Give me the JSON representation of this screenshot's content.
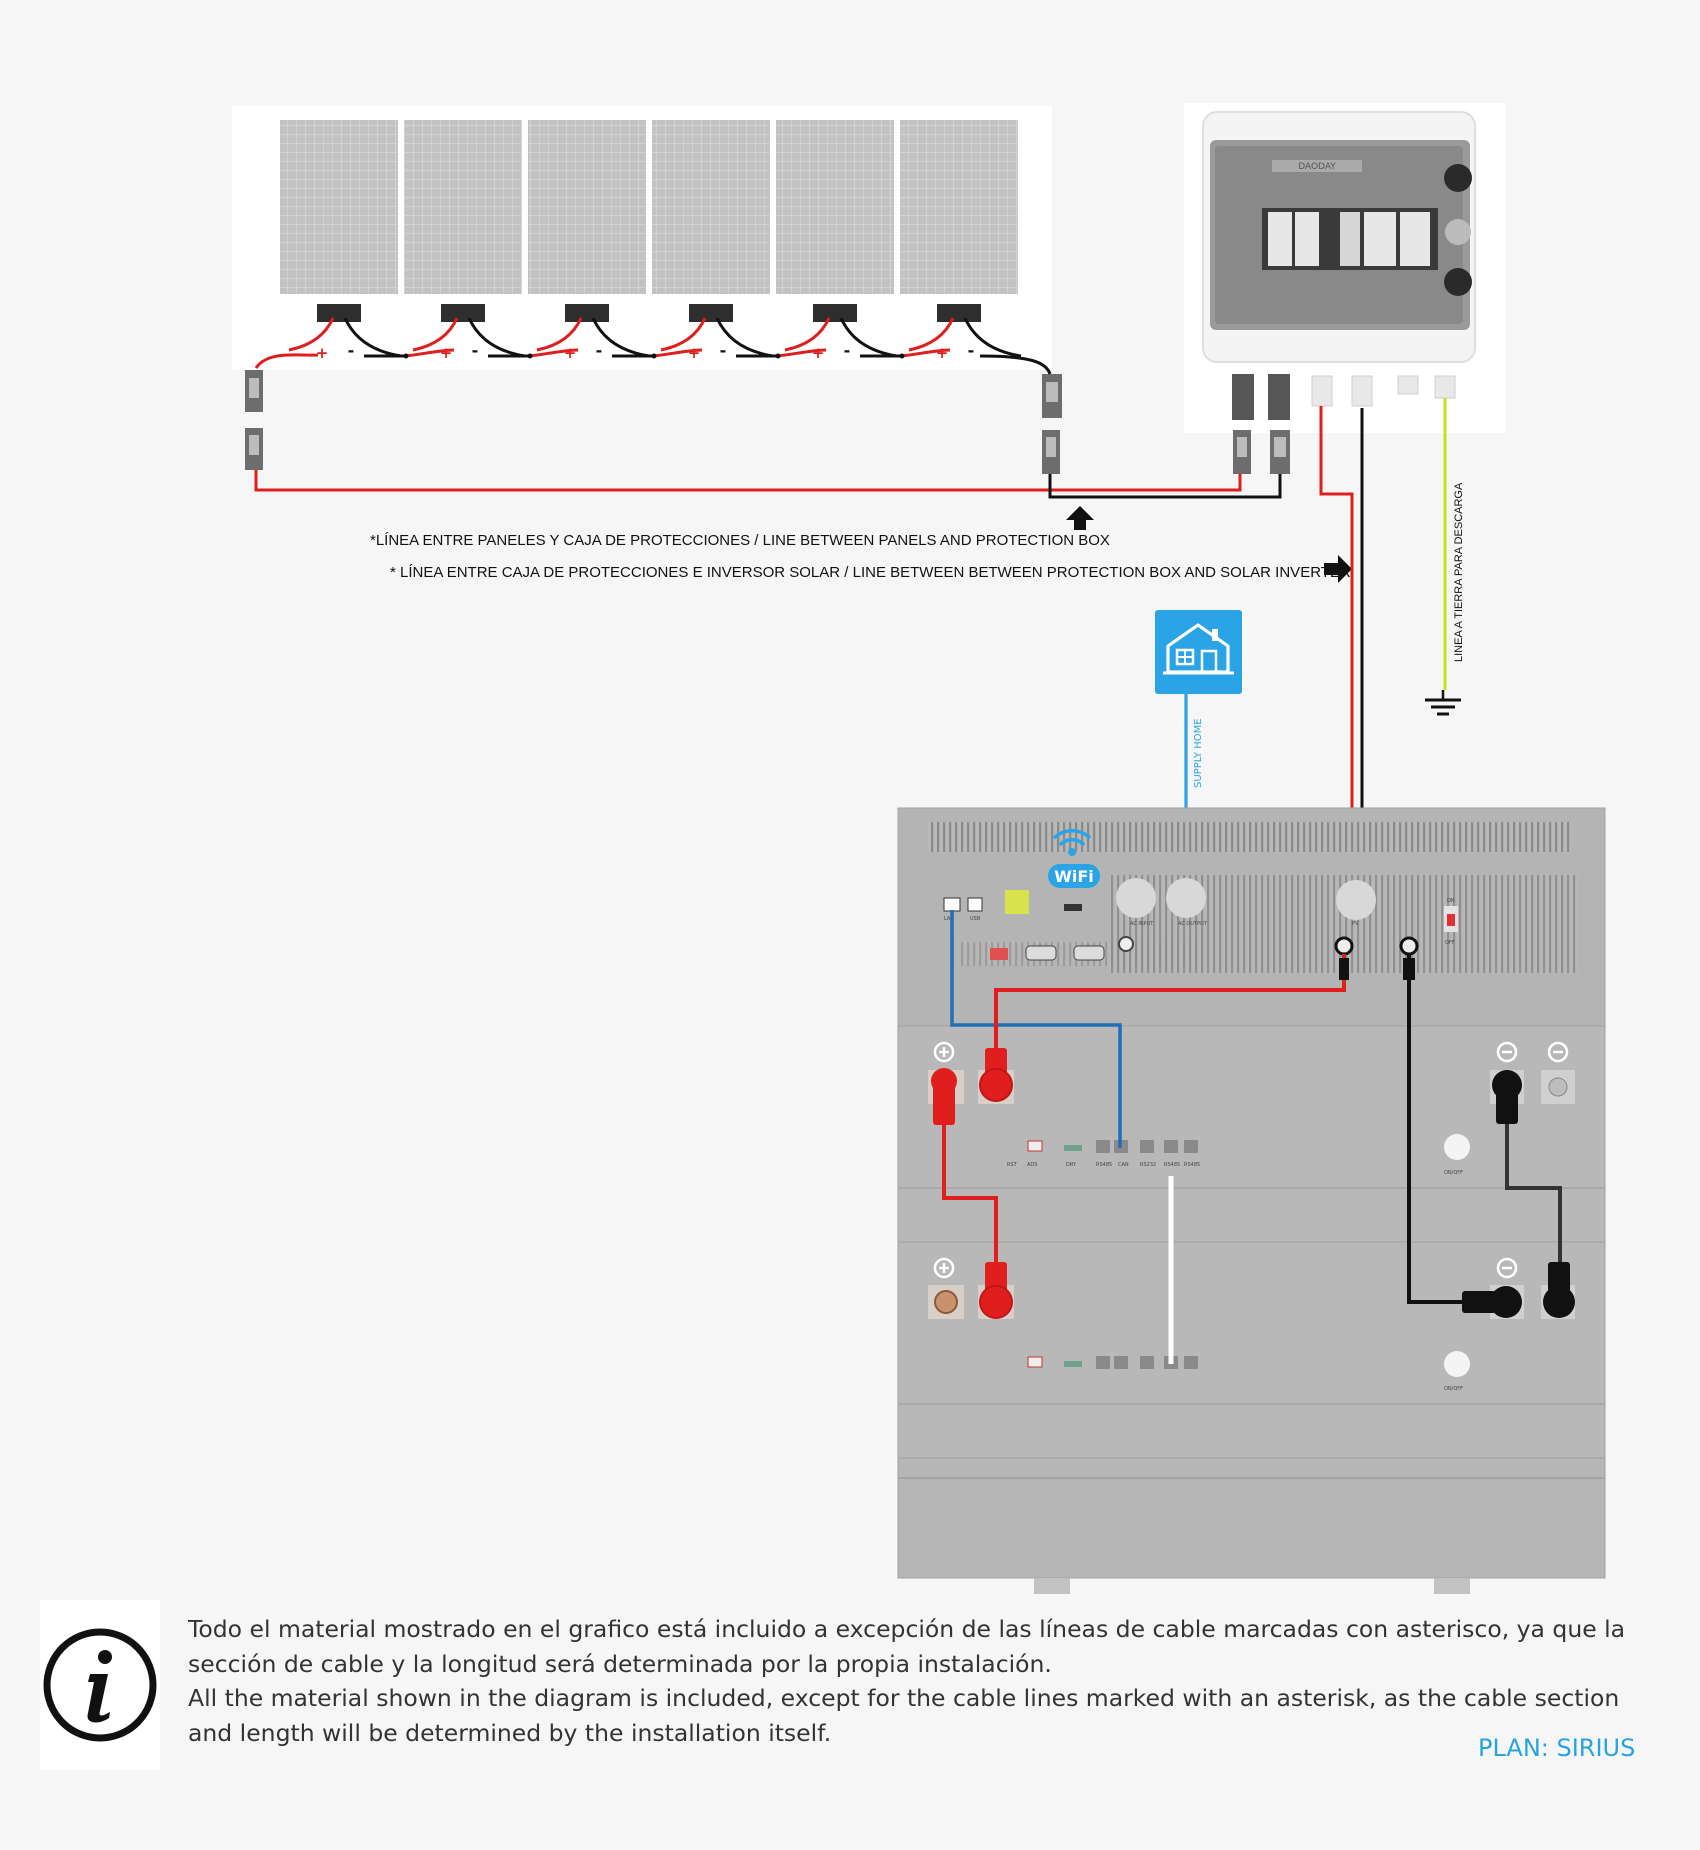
{
  "texts": {
    "line_panels_box": "*LÍNEA ENTRE PANELES Y CAJA DE PROTECCIONES / LINE BETWEEN  PANELS AND PROTECTION BOX",
    "line_box_inverter": "* LÍNEA ENTRE CAJA DE PROTECCIONES E INVERSOR SOLAR / LINE BETWEEN  BETWEEN PROTECTION BOX AND SOLAR INVERTER",
    "ground_line": "LINEA A TIERRA PARA DESCARGA",
    "supply_home": "SUPPLY HOME",
    "wifi": "WiFi",
    "onoff_1": "ON/OFF",
    "onoff_2": "ON/OFF",
    "breaker_brand": "DAODAY",
    "switch_on": "ON",
    "switch_off": "OFF",
    "inverter_pv": "PV",
    "port_ac_input": "AC INPUT",
    "port_ac_output": "AC OUTPUT",
    "port_lan": "LAN",
    "port_usb": "USB",
    "batt_ports": [
      "RST",
      "ADS",
      "DRY",
      "RS485",
      "CAN",
      "RS232",
      "RS485",
      "RS485"
    ],
    "note_line_es": "Todo el material mostrado en el grafico está incluido a excepción de las líneas de cable marcadas con asterisco, ya que la sección de cable y la longitud será determinada por la propia instalación.",
    "note_line_en": "All the material shown in the diagram is included, except for the cable lines marked with an asterisk, as the cable section and length will be determined by the installation itself.",
    "plan": "PLAN: SIRIUS",
    "panel_polarity": [
      "+",
      "-"
    ]
  },
  "panels": {
    "count": 6
  },
  "icons": [
    "solar-panel-icon",
    "house-icon",
    "wifi-icon",
    "ground-icon",
    "info-icon",
    "arrow-up-icon",
    "arrow-right-icon",
    "plus-terminal-icon",
    "minus-terminal-icon"
  ],
  "colors": {
    "positive_cable": "#e01e1e",
    "negative_cable": "#111111",
    "supply_cable": "#2aa4e6",
    "ground_cable": "#c8e020",
    "comm_cable": "#1f6fb5",
    "plan_text": "#29a3e0",
    "device_gray": "#b4b4b4"
  }
}
